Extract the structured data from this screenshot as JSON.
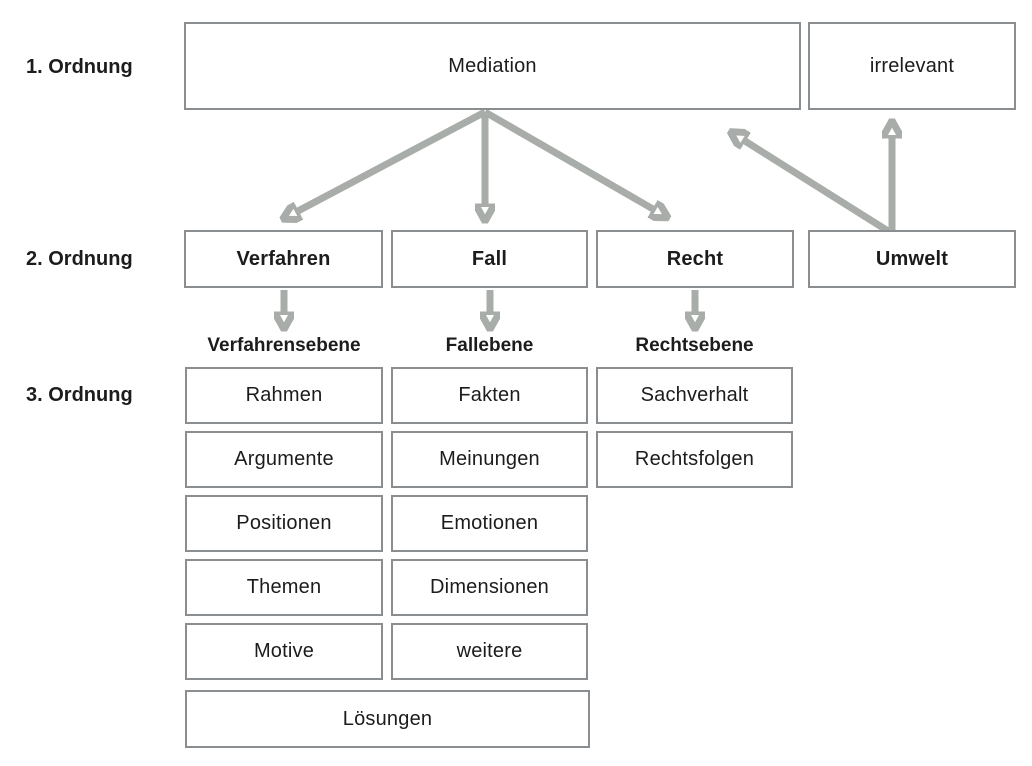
{
  "title": "Mediation Ordnungen Diagramm",
  "colors": {
    "background": "#ffffff",
    "box_border": "#8a8e91",
    "arrow": "#a8ada9",
    "text": "#1c1c1c"
  },
  "order_labels": {
    "first": "1. Ordnung",
    "second": "2. Ordnung",
    "third": "3. Ordnung"
  },
  "level1": {
    "mediation": "Mediation",
    "irrelevant": "irrelevant"
  },
  "level2": {
    "verfahren": "Verfahren",
    "fall": "Fall",
    "recht": "Recht",
    "umwelt": "Umwelt"
  },
  "level_headers": {
    "verfahren": "Verfahrensebene",
    "fall": "Fallebene",
    "recht": "Rechtsebene"
  },
  "level3": {
    "verfahren_column": [
      "Rahmen",
      "Argumente",
      "Positionen",
      "Themen",
      "Motive"
    ],
    "fall_column": [
      "Fakten",
      "Meinungen",
      "Emotionen",
      "Dimensionen",
      "weitere"
    ],
    "recht_column": [
      "Sachverhalt",
      "Rechtsfolgen"
    ],
    "spanning": "Lösungen"
  },
  "connectors": [
    {
      "from": "Mediation",
      "to": "Verfahren",
      "type": "arrow"
    },
    {
      "from": "Mediation",
      "to": "Fall",
      "type": "arrow"
    },
    {
      "from": "Mediation",
      "to": "Recht",
      "type": "arrow"
    },
    {
      "from": "Umwelt",
      "to": "Mediation",
      "type": "arrow"
    },
    {
      "from": "Umwelt",
      "to": "irrelevant",
      "type": "arrow"
    },
    {
      "from": "Verfahren",
      "to": "Verfahrensebene",
      "type": "arrow"
    },
    {
      "from": "Fall",
      "to": "Fallebene",
      "type": "arrow"
    },
    {
      "from": "Recht",
      "to": "Rechtsebene",
      "type": "arrow"
    }
  ]
}
